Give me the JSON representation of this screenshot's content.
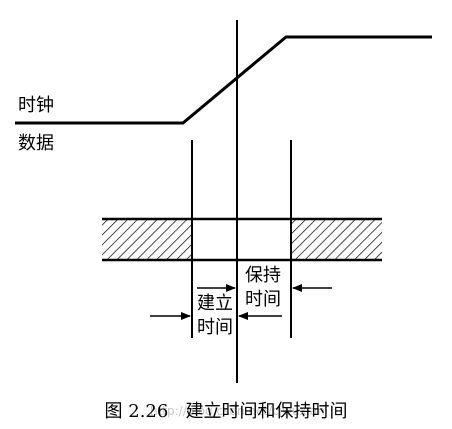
{
  "labels": {
    "clock": "时钟",
    "data": "数据",
    "setup_line1": "建立",
    "setup_line2": "时间",
    "hold_line1": "保持",
    "hold_line2": "时间"
  },
  "caption": "图 2.26   建立时间和保持时间",
  "watermark": "http://blog.csdn.net/cjwuxian",
  "colors": {
    "line": "#000000",
    "background": "#ffffff",
    "watermark": "#c8c8c8"
  }
}
